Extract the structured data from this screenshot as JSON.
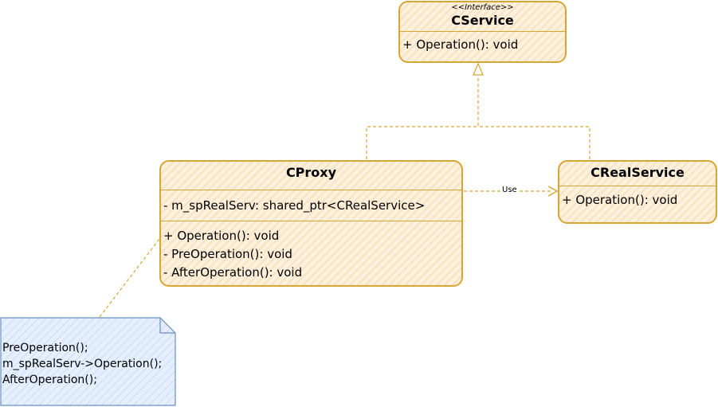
{
  "interface_class": {
    "stereotype": "<<Interface>>",
    "name": "CService",
    "operations": [
      "+ Operation(): void"
    ]
  },
  "proxy_class": {
    "name": "CProxy",
    "attributes": [
      "- m_spRealServ: shared_ptr<CRealService>"
    ],
    "operations": [
      "+ Operation(): void",
      "- PreOperation(): void",
      "- AfterOperation(): void"
    ]
  },
  "real_class": {
    "name": "CRealService",
    "operations": [
      "+ Operation(): void"
    ]
  },
  "association": {
    "label": "Use"
  },
  "note": {
    "lines": [
      "PreOperation();",
      "m_spRealServ->Operation();",
      "AfterOperation();"
    ]
  },
  "colors": {
    "class_border": "#d6a634",
    "class_fill": "#fdf0dc",
    "note_border": "#6c8ebf",
    "note_fill": "#dae8fc"
  }
}
